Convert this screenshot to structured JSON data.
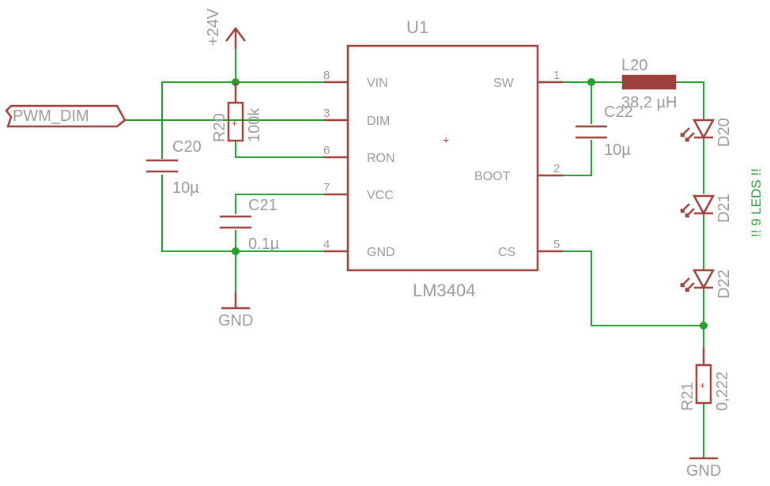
{
  "ic": {
    "ref": "U1",
    "part": "LM3404",
    "pins_left": [
      {
        "name": "VIN",
        "num": "8"
      },
      {
        "name": "DIM",
        "num": "3"
      },
      {
        "name": "RON",
        "num": "6"
      },
      {
        "name": "VCC",
        "num": "7"
      },
      {
        "name": "GND",
        "num": "4"
      }
    ],
    "pins_right": [
      {
        "name": "SW",
        "num": "1"
      },
      {
        "name": "BOOT",
        "num": "2"
      },
      {
        "name": "CS",
        "num": "5"
      }
    ],
    "center_mark": "+"
  },
  "power": {
    "supply": "+24V",
    "ground": "GND"
  },
  "net_labels": {
    "pwm": "PWM_DIM"
  },
  "components": {
    "r20": {
      "ref": "R20",
      "value": "100k"
    },
    "c20": {
      "ref": "C20",
      "value": "10µ"
    },
    "c21": {
      "ref": "C21",
      "value": "0.1µ"
    },
    "c22": {
      "ref": "C22",
      "value": "10µ"
    },
    "l20": {
      "ref": "L20",
      "value": "38,2 µH"
    },
    "d20": {
      "ref": "D20"
    },
    "d21": {
      "ref": "D21"
    },
    "d22": {
      "ref": "D22"
    },
    "r21": {
      "ref": "R21",
      "value": "0,222"
    }
  },
  "note": "!! 9 LEDS !!",
  "colors": {
    "wire": "#22a02a",
    "symbol": "#a0403d",
    "text": "#9a9a9a"
  }
}
